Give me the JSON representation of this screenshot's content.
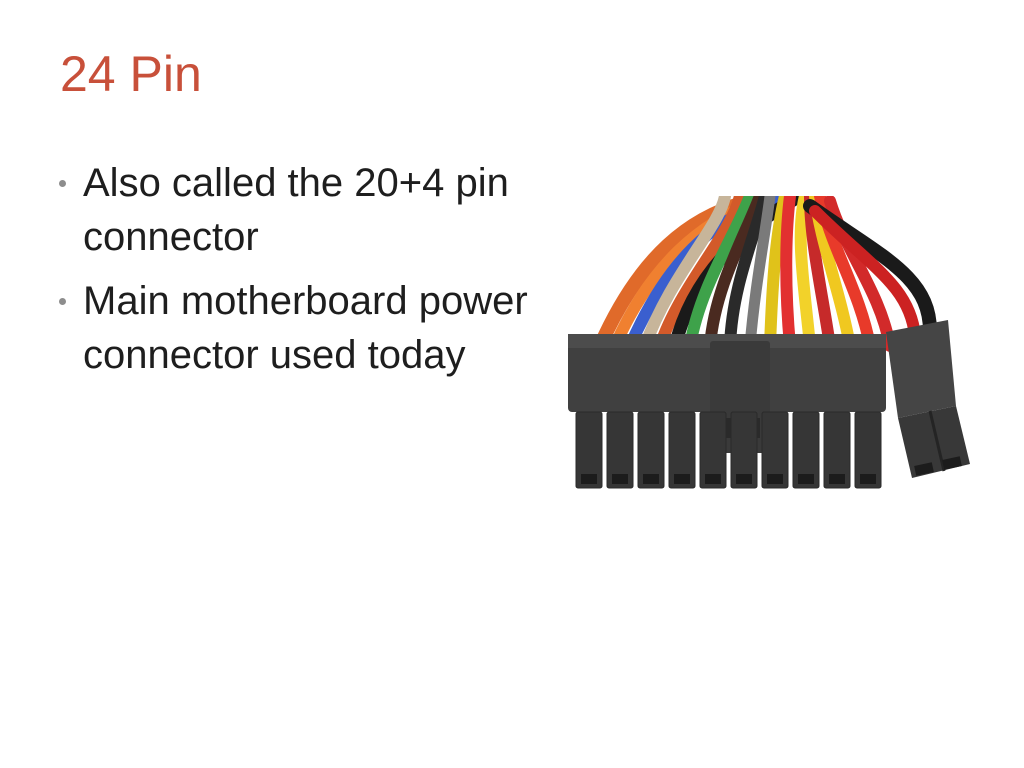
{
  "slide": {
    "title": "24 Pin",
    "bullets": [
      {
        "text": "Also called the 20+4 pin connector"
      },
      {
        "text": "Main motherboard power connector used today"
      }
    ],
    "image": {
      "icon": "atx-24-pin-connector-photo"
    },
    "colors": {
      "title": "#c8503a",
      "text": "#1e1e1e",
      "bullet": "#8d8d8d",
      "background": "#ffffff"
    }
  }
}
